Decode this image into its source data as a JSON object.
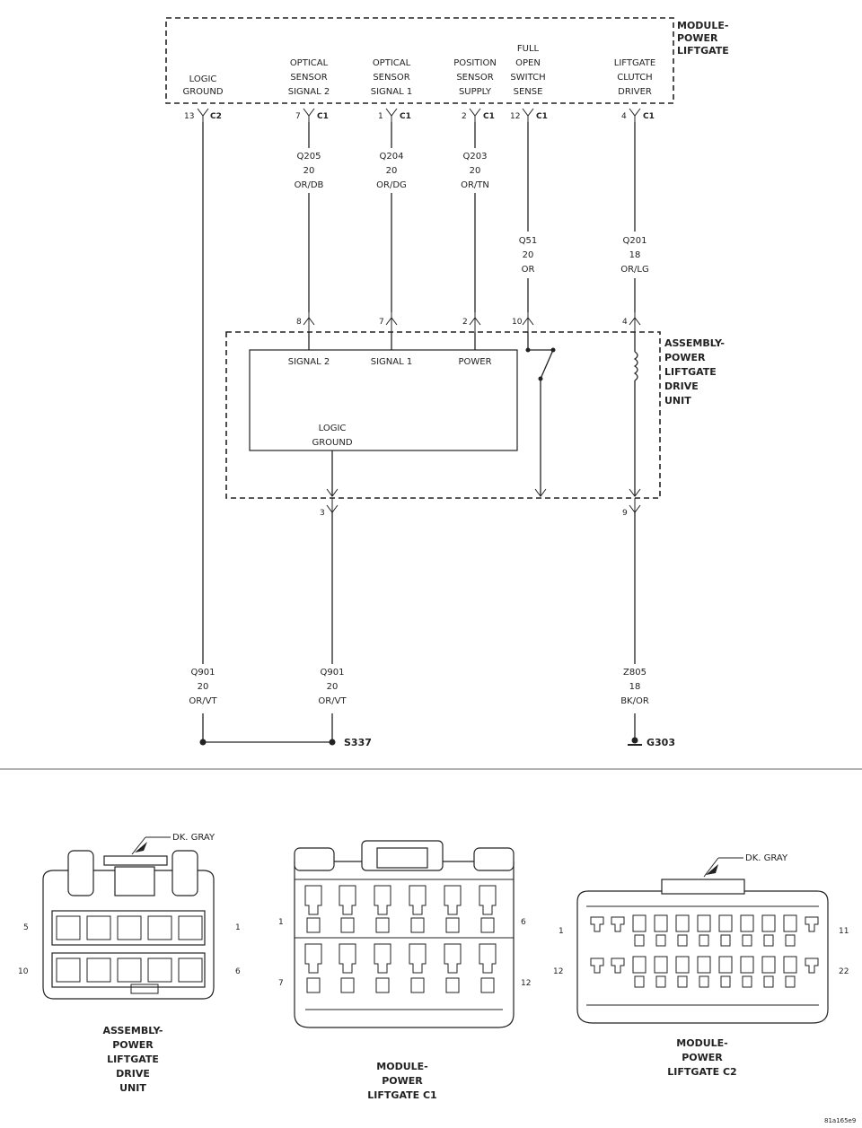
{
  "module": {
    "title": [
      "MODULE-",
      "POWER",
      "LIFTGATE"
    ],
    "pins": [
      {
        "label": [
          "LOGIC",
          "GROUND"
        ],
        "pin": "13",
        "conn": "C2",
        "wire": [
          "Q901",
          "20",
          "OR/VT"
        ]
      },
      {
        "label": [
          "OPTICAL",
          "SENSOR",
          "SIGNAL 2"
        ],
        "pin": "7",
        "conn": "C1",
        "wire": [
          "Q205",
          "20",
          "OR/DB"
        ]
      },
      {
        "label": [
          "OPTICAL",
          "SENSOR",
          "SIGNAL 1"
        ],
        "pin": "1",
        "conn": "C1",
        "wire": [
          "Q204",
          "20",
          "OR/DG"
        ]
      },
      {
        "label": [
          "POSITION",
          "SENSOR",
          "SUPPLY"
        ],
        "pin": "2",
        "conn": "C1",
        "wire": [
          "Q203",
          "20",
          "OR/TN"
        ]
      },
      {
        "label": [
          "FULL",
          "OPEN",
          "SWITCH",
          "SENSE"
        ],
        "pin": "12",
        "conn": "C1",
        "wire": [
          "Q51",
          "20",
          "OR"
        ]
      },
      {
        "label": [
          "LIFTGATE",
          "CLUTCH",
          "DRIVER"
        ],
        "pin": "4",
        "conn": "C1",
        "wire": [
          "Q201",
          "18",
          "OR/LG"
        ]
      }
    ]
  },
  "drive_unit": {
    "title": [
      "ASSEMBLY-",
      "POWER",
      "LIFTGATE",
      "DRIVE",
      "UNIT"
    ],
    "top_pins": [
      "8",
      "7",
      "2",
      "10",
      "4"
    ],
    "inner": {
      "signal2": "SIGNAL 2",
      "signal1": "SIGNAL 1",
      "power": "POWER",
      "logic_ground": [
        "LOGIC",
        "GROUND"
      ]
    },
    "bottom_pins": [
      "3",
      "9"
    ]
  },
  "lower_wires": {
    "left": [
      "Q901",
      "20",
      "OR/VT"
    ],
    "mid": [
      "Q901",
      "20",
      "OR/VT"
    ],
    "right": [
      "Z805",
      "18",
      "BK/OR"
    ]
  },
  "splice": "S337",
  "ground": "G303",
  "connectors": {
    "drive_unit": {
      "color_label": "DK. GRAY",
      "title": [
        "ASSEMBLY-",
        "POWER",
        "LIFTGATE",
        "DRIVE",
        "UNIT"
      ],
      "pins": {
        "tl": "5",
        "tr": "1",
        "bl": "10",
        "br": "6"
      }
    },
    "c1": {
      "title": [
        "MODULE-",
        "POWER",
        "LIFTGATE C1"
      ],
      "pins": {
        "tl": "1",
        "tr": "6",
        "bl": "7",
        "br": "12"
      }
    },
    "c2": {
      "color_label": "DK. GRAY",
      "title": [
        "MODULE-",
        "POWER",
        "LIFTGATE C2"
      ],
      "pins": {
        "tl": "1",
        "tr": "11",
        "bl": "12",
        "br": "22"
      }
    }
  },
  "figure_id": "81a165e9"
}
